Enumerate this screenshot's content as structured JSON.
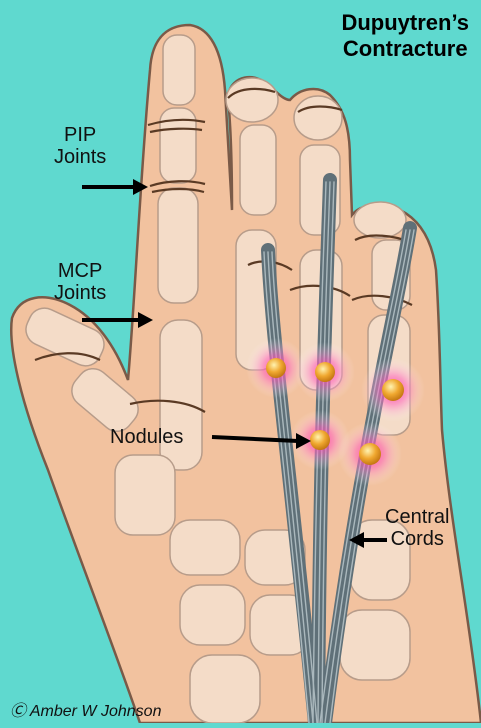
{
  "title": {
    "line1": "Dupuytren’s",
    "line2": "Contracture"
  },
  "labels": {
    "pip": {
      "line1": "PIP",
      "line2": "Joints"
    },
    "mcp": {
      "line1": "MCP",
      "line2": "Joints"
    },
    "nodules": "Nodules",
    "cords": {
      "line1": "Central",
      "line2": "Cords"
    }
  },
  "credit": "Ⓒ Amber W Johnson",
  "colors": {
    "background": "#5fd9cf",
    "skin": "#f2c29f",
    "skin_outline": "#7a5a48",
    "bone": "#f4dcc8",
    "bone_outline": "#b79c8a",
    "cord": "#5f7078",
    "cord_highlight": "#aab8bd",
    "nodule": "#f0a830",
    "nodule_glow": "#ff2fa3",
    "crease": "#5a3a24",
    "arrow": "#000000"
  }
}
